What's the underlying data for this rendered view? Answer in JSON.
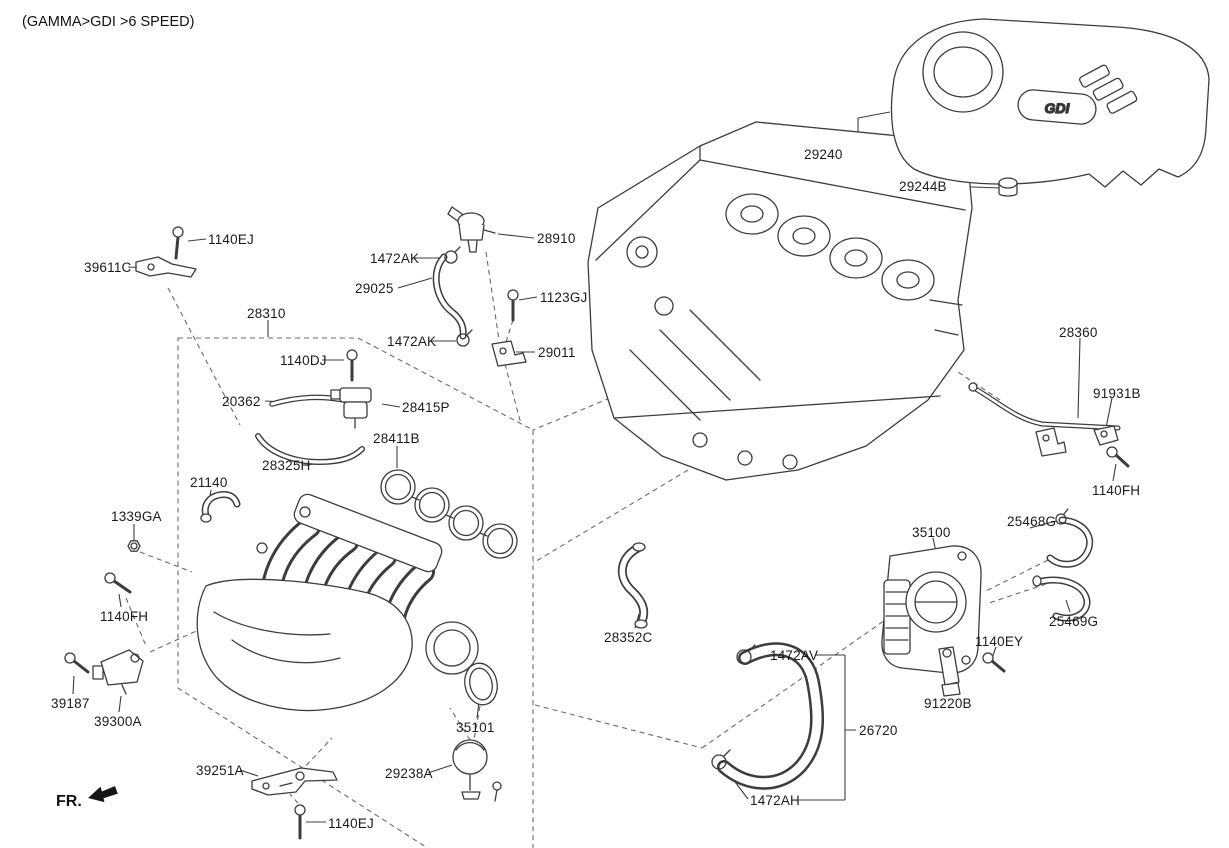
{
  "title": "(GAMMA>GDI >6 SPEED)",
  "fr_label": "FR.",
  "engine_cover_badge": "GDI",
  "colors": {
    "line": "#3c3c3c",
    "text": "#1b1b1b",
    "background": "#ffffff"
  },
  "labels": [
    {
      "id": "1140EJ-top",
      "text": "1140EJ"
    },
    {
      "id": "39611C",
      "text": "39611C"
    },
    {
      "id": "28310",
      "text": "28310"
    },
    {
      "id": "1140DJ",
      "text": "1140DJ"
    },
    {
      "id": "20362",
      "text": "20362"
    },
    {
      "id": "28415P",
      "text": "28415P"
    },
    {
      "id": "28411B",
      "text": "28411B"
    },
    {
      "id": "28325H",
      "text": "28325H"
    },
    {
      "id": "21140",
      "text": "21140"
    },
    {
      "id": "1339GA",
      "text": "1339GA"
    },
    {
      "id": "1140FH-left",
      "text": "1140FH"
    },
    {
      "id": "39187",
      "text": "39187"
    },
    {
      "id": "39300A",
      "text": "39300A"
    },
    {
      "id": "39251A",
      "text": "39251A"
    },
    {
      "id": "1140EJ-bottom",
      "text": "1140EJ"
    },
    {
      "id": "29238A",
      "text": "29238A"
    },
    {
      "id": "35101",
      "text": "35101"
    },
    {
      "id": "1472AK-top",
      "text": "1472AK"
    },
    {
      "id": "29025",
      "text": "29025"
    },
    {
      "id": "28910",
      "text": "28910"
    },
    {
      "id": "1123GJ",
      "text": "1123GJ"
    },
    {
      "id": "1472AK-mid",
      "text": "1472AK"
    },
    {
      "id": "29011",
      "text": "29011"
    },
    {
      "id": "28352C",
      "text": "28352C"
    },
    {
      "id": "29240",
      "text": "29240"
    },
    {
      "id": "29244B",
      "text": "29244B"
    },
    {
      "id": "28360",
      "text": "28360"
    },
    {
      "id": "91931B",
      "text": "91931B"
    },
    {
      "id": "1140FH-right",
      "text": "1140FH"
    },
    {
      "id": "35100",
      "text": "35100"
    },
    {
      "id": "25468G",
      "text": "25468G"
    },
    {
      "id": "25469G",
      "text": "25469G"
    },
    {
      "id": "1140EY",
      "text": "1140EY"
    },
    {
      "id": "91220B",
      "text": "91220B"
    },
    {
      "id": "1472AV",
      "text": "1472AV"
    },
    {
      "id": "26720",
      "text": "26720"
    },
    {
      "id": "1472AH",
      "text": "1472AH"
    }
  ]
}
